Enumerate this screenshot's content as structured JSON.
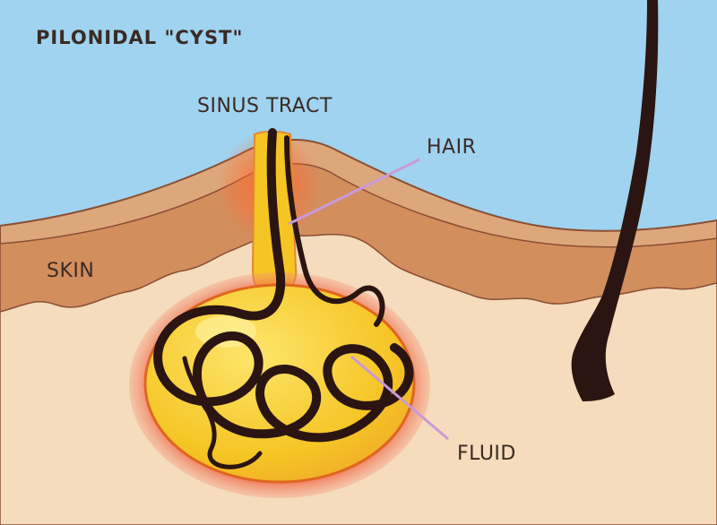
{
  "title": "PILONIDAL \"CYST\"",
  "labels": {
    "sinus_tract": "SINUS TRACT",
    "hair": "HAIR",
    "skin": "SKIN",
    "fluid": "FLUID"
  },
  "colors": {
    "sky": "#9fd3ef",
    "skin_outer": "#dda77c",
    "skin_lower": "#d38e5e",
    "tissue": "#f4dcbc",
    "cyst_fluid": "#f5c524",
    "cyst_rim": "#ee5a3a",
    "hair": "#2b1512",
    "pointer_line": "#c99ad8"
  },
  "icons": [
    "hair-strand",
    "hair-follicle"
  ]
}
